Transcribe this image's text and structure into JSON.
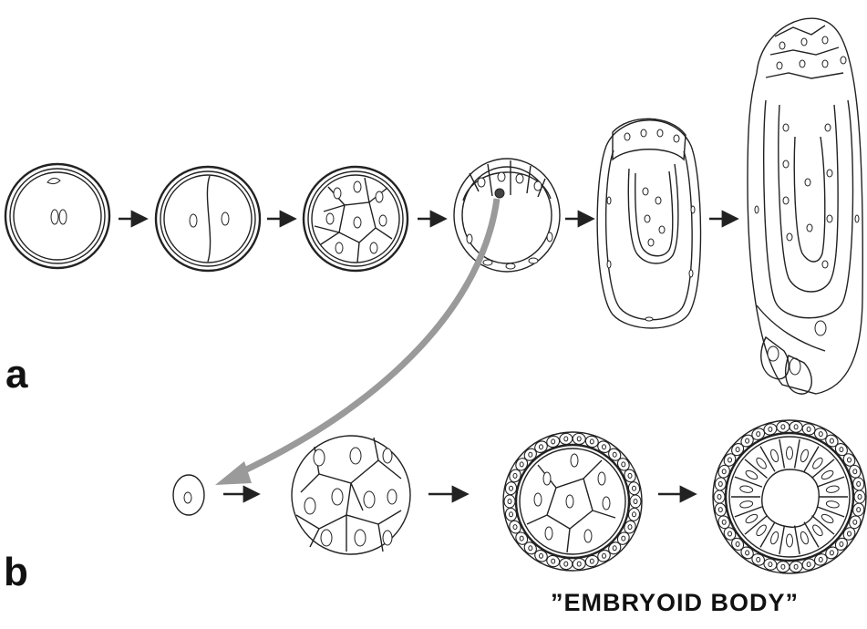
{
  "labels": {
    "a": "a",
    "b": "b"
  },
  "caption": "”EMBRYOID BODY”",
  "colors": {
    "line": "#222222",
    "highlight_arrow": "#9a9a9a",
    "background": "#ffffff"
  },
  "row_a": {
    "stages": [
      "zygote",
      "two-cell-embryo",
      "morula",
      "blastocyst",
      "egg-cylinder-early",
      "egg-cylinder-late"
    ]
  },
  "row_b": {
    "stages": [
      "single-cell",
      "cell-aggregate",
      "simple-embryoid-body",
      "cystic-embryoid-body"
    ]
  }
}
